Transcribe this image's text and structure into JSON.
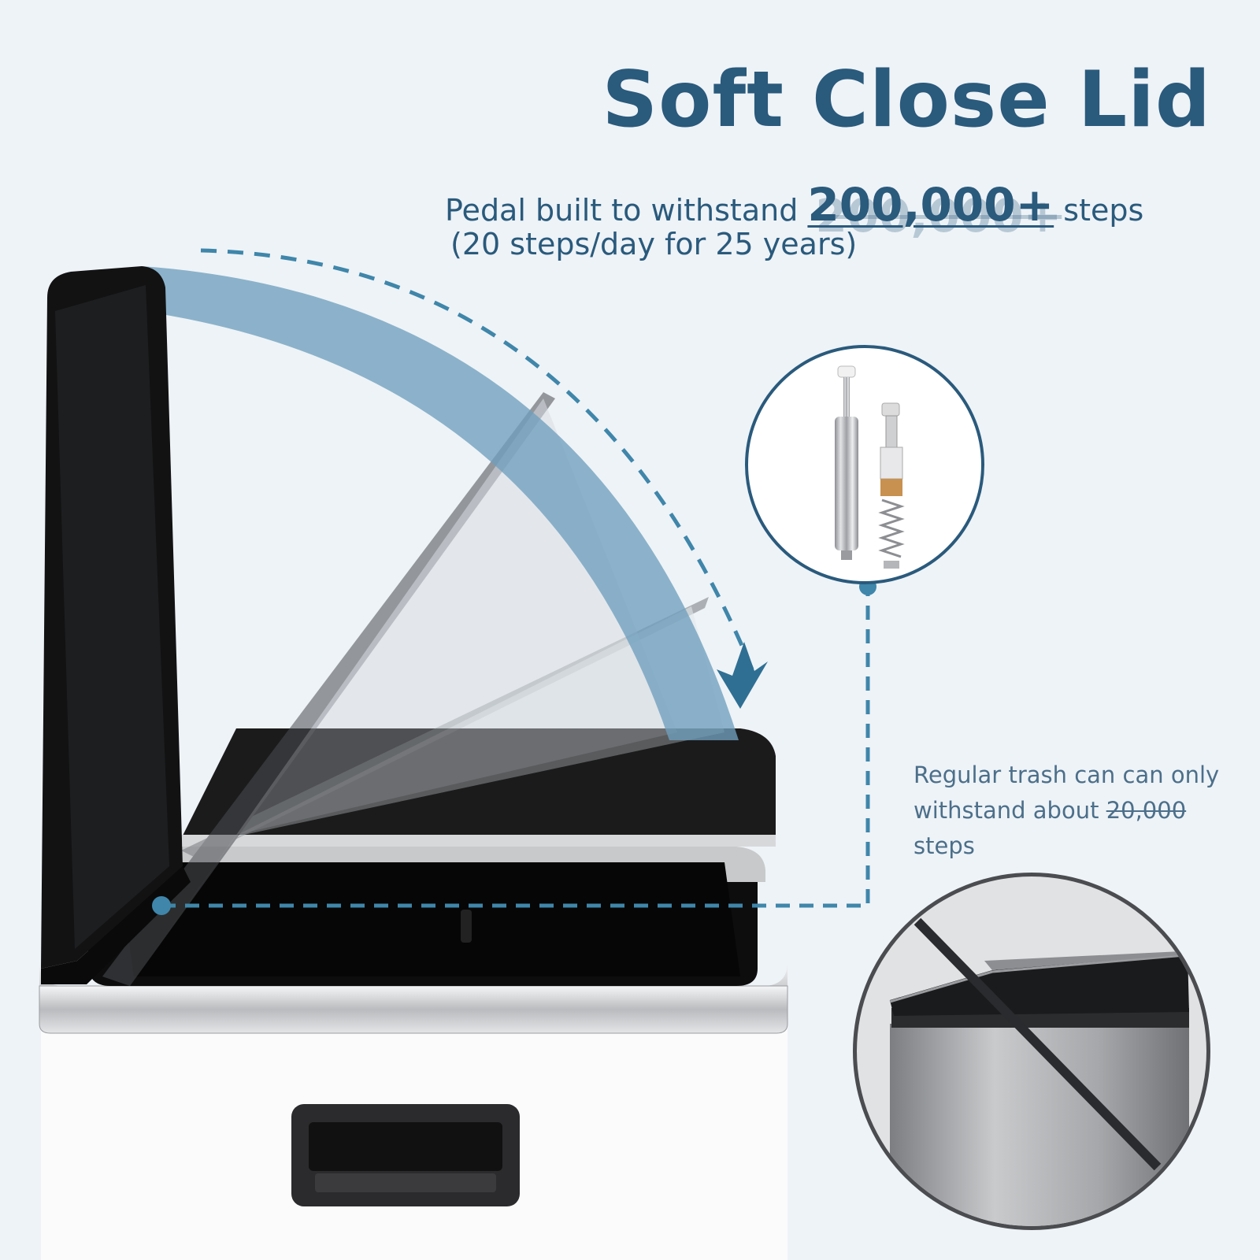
{
  "heading": "Soft Close Lid",
  "subheading": {
    "prefix": "Pedal built to withstand",
    "highlight": "200,000+",
    "suffix": "steps",
    "detail": "(20 steps/day for 25 years)"
  },
  "comparison_note": {
    "text_before": "Regular trash can can only withstand about",
    "strikethrough": "20,000",
    "text_after": "steps"
  },
  "colors": {
    "background": "#eef3f7",
    "brand_text": "#2a5a7c",
    "arc_blue": "#6f9fbe",
    "dashed_line": "#3f86aa",
    "lid_black": "#111111",
    "bin_white": "#fbfbfb"
  },
  "icons": {
    "arrow": "arrow-down-icon",
    "damper": "damper-icon",
    "no_symbol": "prohibited-icon"
  }
}
